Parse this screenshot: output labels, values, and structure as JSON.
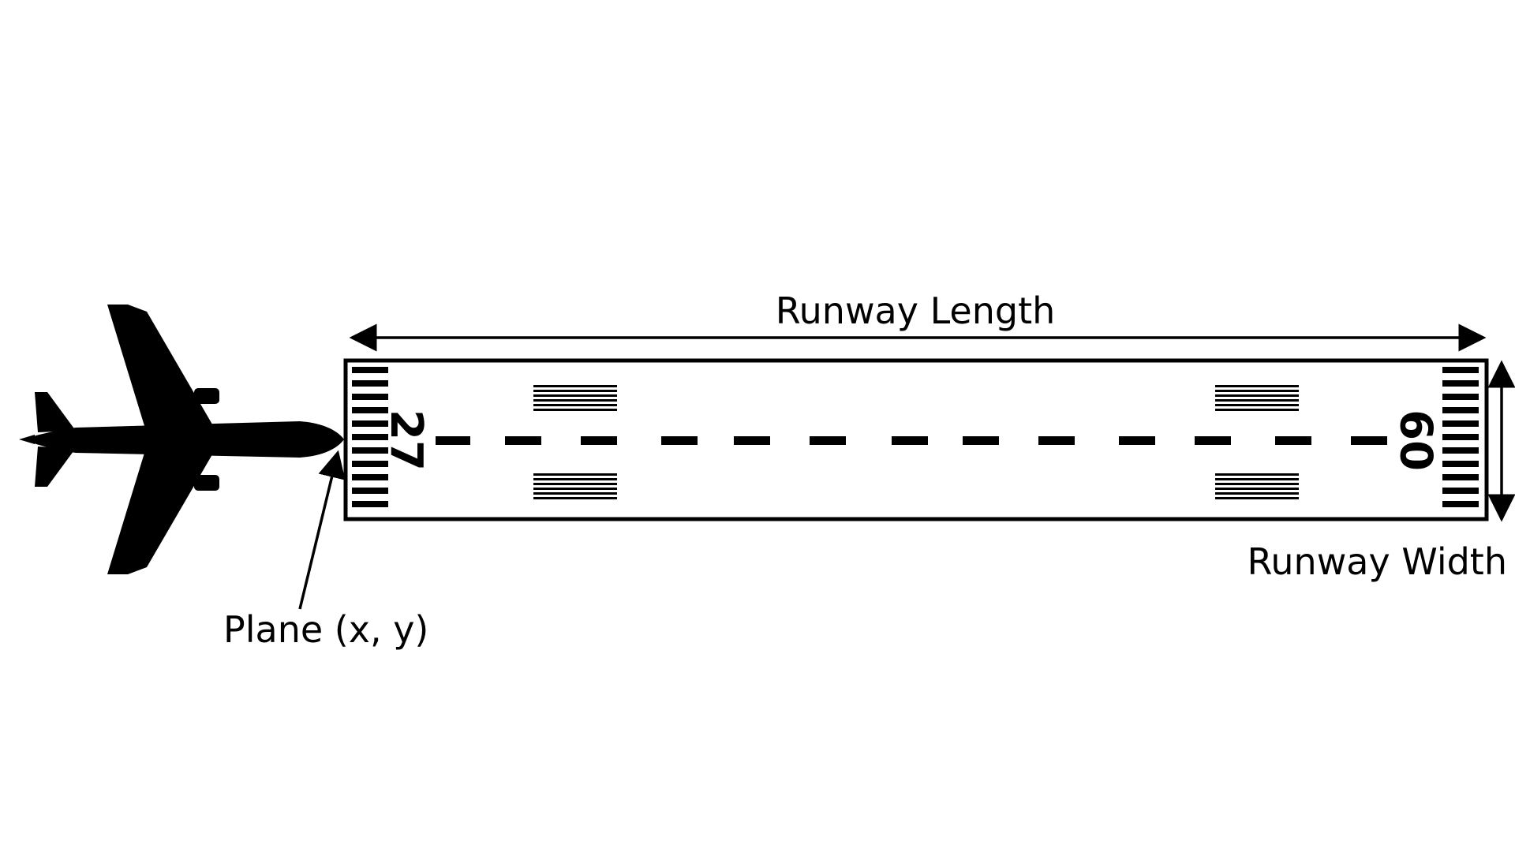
{
  "labels": {
    "runway_length": "Runway Length",
    "runway_width": "Runway Width",
    "plane_position": "Plane (x, y)"
  },
  "runway": {
    "left_designator": "27",
    "right_designator": "09"
  },
  "colors": {
    "ink": "#000000",
    "background": "#ffffff"
  },
  "icons": {
    "plane": "airplane-silhouette-icon"
  }
}
